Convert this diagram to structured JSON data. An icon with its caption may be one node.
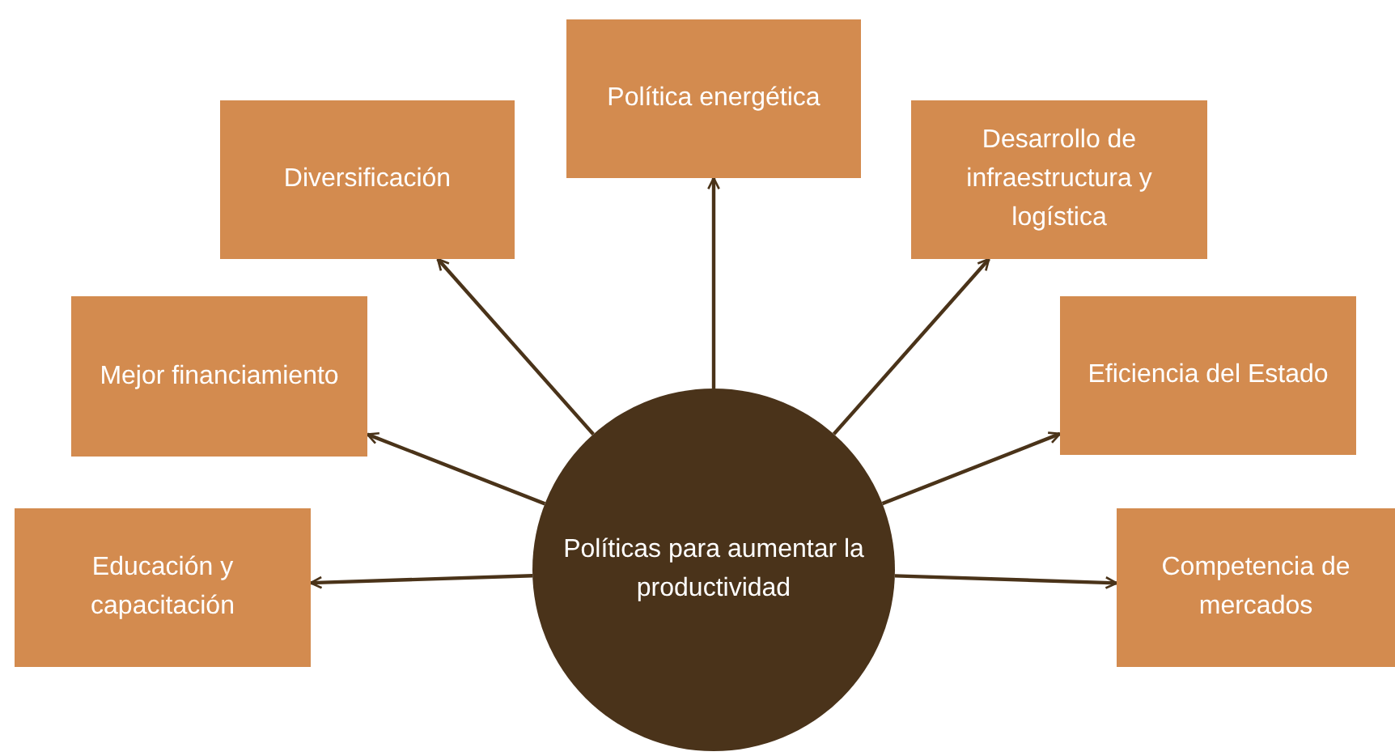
{
  "diagram": {
    "nodes": [
      {
        "text": [
          "Políticas para aumentar la productividad"
        ]
      },
      {
        "text": [
          "Política energética"
        ]
      },
      {
        "text": [
          "Diversificación"
        ]
      },
      {
        "text": [
          "Desarrollo de infraestructura y logística"
        ]
      },
      {
        "text": [
          "Mejor financiamiento"
        ]
      },
      {
        "text": [
          "Eficiencia del Estado"
        ]
      },
      {
        "text": [
          "Educación y capacitación"
        ]
      },
      {
        "text": [
          "Competencia de mercados"
        ]
      }
    ],
    "edges": [
      {
        "from": 0,
        "to": 1,
        "arrow": "to"
      },
      {
        "from": 0,
        "to": 2,
        "arrow": "to"
      },
      {
        "from": 0,
        "to": 3,
        "arrow": "to"
      },
      {
        "from": 0,
        "to": 4,
        "arrow": "to"
      },
      {
        "from": 0,
        "to": 5,
        "arrow": "to"
      },
      {
        "from": 0,
        "to": 6,
        "arrow": "to"
      },
      {
        "from": 0,
        "to": 7,
        "arrow": "to"
      }
    ]
  }
}
